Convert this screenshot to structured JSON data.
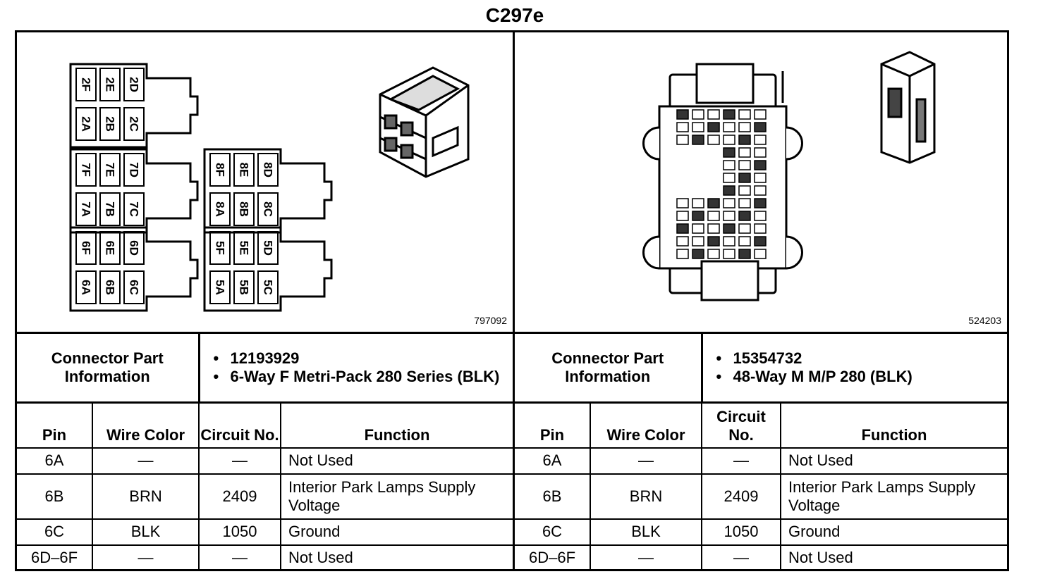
{
  "title": "C297e",
  "left": {
    "part_number": "797092",
    "connector_label": "Connector Part Information",
    "part_info": [
      "12193929",
      "6-Way F Metri-Pack 280 Series (BLK)"
    ],
    "cavity_labels": {
      "group2": [
        "2F",
        "2E",
        "2D",
        "2A",
        "2B",
        "2C"
      ],
      "group7": [
        "7F",
        "7E",
        "7D",
        "7A",
        "7B",
        "7C"
      ],
      "group8": [
        "8F",
        "8E",
        "8D",
        "8A",
        "8B",
        "8C"
      ],
      "group6": [
        "6F",
        "6E",
        "6D",
        "6A",
        "6B",
        "6C"
      ],
      "group5": [
        "5F",
        "5E",
        "5D",
        "5A",
        "5B",
        "5C"
      ]
    },
    "headers": {
      "pin": "Pin",
      "wire_color": "Wire Color",
      "circuit": "Circuit No.",
      "function": "Function"
    },
    "rows": [
      {
        "pin": "6A",
        "wire": "—",
        "circuit": "—",
        "function": "Not Used"
      },
      {
        "pin": "6B",
        "wire": "BRN",
        "circuit": "2409",
        "function": "Interior Park Lamps Supply Voltage"
      },
      {
        "pin": "6C",
        "wire": "BLK",
        "circuit": "1050",
        "function": "Ground"
      },
      {
        "pin": "6D–6F",
        "wire": "—",
        "circuit": "—",
        "function": "Not Used"
      }
    ]
  },
  "right": {
    "part_number": "524203",
    "connector_label": "Connector Part Information",
    "part_info": [
      "15354732",
      "48-Way M M/P 280 (BLK)"
    ],
    "headers": {
      "pin": "Pin",
      "wire_color": "Wire Color",
      "circuit": "Circuit No.",
      "function": "Function"
    },
    "rows": [
      {
        "pin": "6A",
        "wire": "—",
        "circuit": "—",
        "function": "Not Used"
      },
      {
        "pin": "6B",
        "wire": "BRN",
        "circuit": "2409",
        "function": "Interior Park Lamps Supply Voltage"
      },
      {
        "pin": "6C",
        "wire": "BLK",
        "circuit": "1050",
        "function": "Ground"
      },
      {
        "pin": "6D–6F",
        "wire": "—",
        "circuit": "—",
        "function": "Not Used"
      }
    ]
  }
}
